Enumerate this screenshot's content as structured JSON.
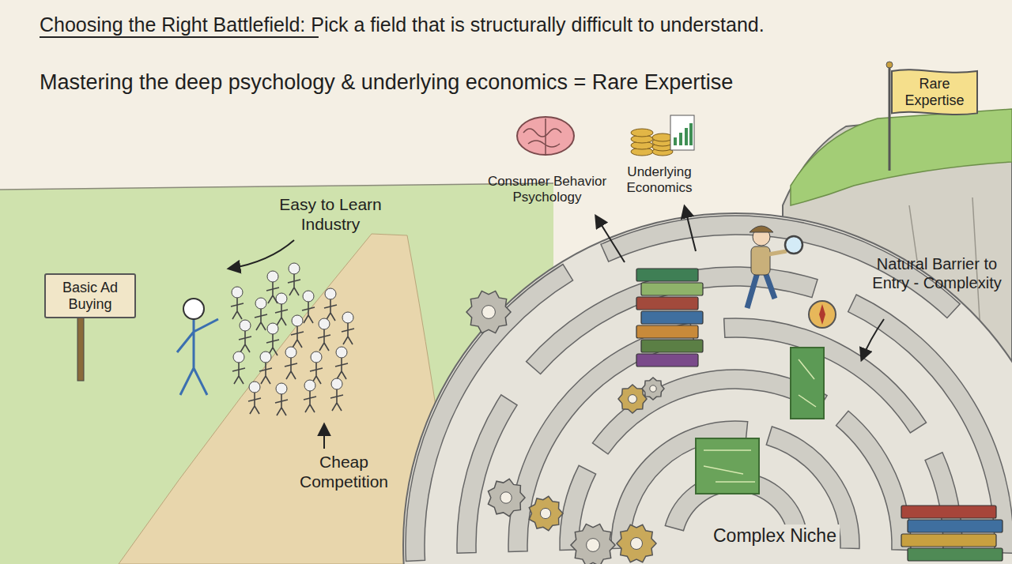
{
  "diagram": {
    "title": "Choosing the Right Battlefield: Pick a field that is structurally difficult to understand.",
    "nodes": [
      {
        "text": [
          "Basic Ad Buying"
        ]
      },
      {
        "text": [
          "Rare Expertise"
        ]
      }
    ],
    "labels": [
      "Mastering the deep psychology & underlying economics = Rare Expertise",
      "Easy to Learn Industry",
      "Cheap Competition",
      "Consumer Behavior Psychology",
      "Underlying Economics",
      "Natural Barrier to Entry - Complexity",
      "Complex Niche"
    ]
  }
}
